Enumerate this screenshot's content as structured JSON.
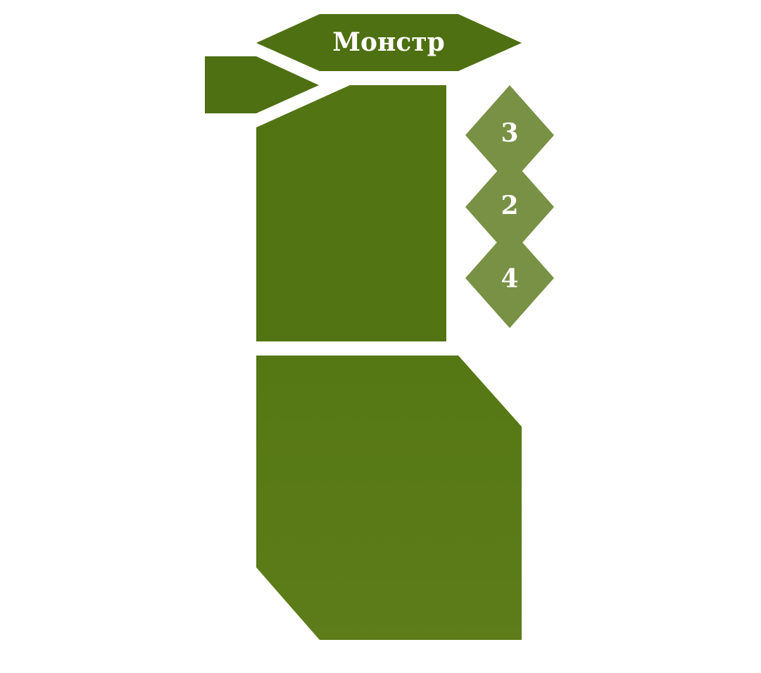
{
  "card": {
    "title": "Монстр",
    "stats": [
      {
        "value": "3"
      },
      {
        "value": "2"
      },
      {
        "value": "4"
      }
    ]
  },
  "colors": {
    "panel_dark": "#4e7012",
    "panel_main": "#557a16",
    "panel_lower": "#5a7a18",
    "stat_diamond": "#789145",
    "text": "#ffffff",
    "background": "#ffffff"
  }
}
